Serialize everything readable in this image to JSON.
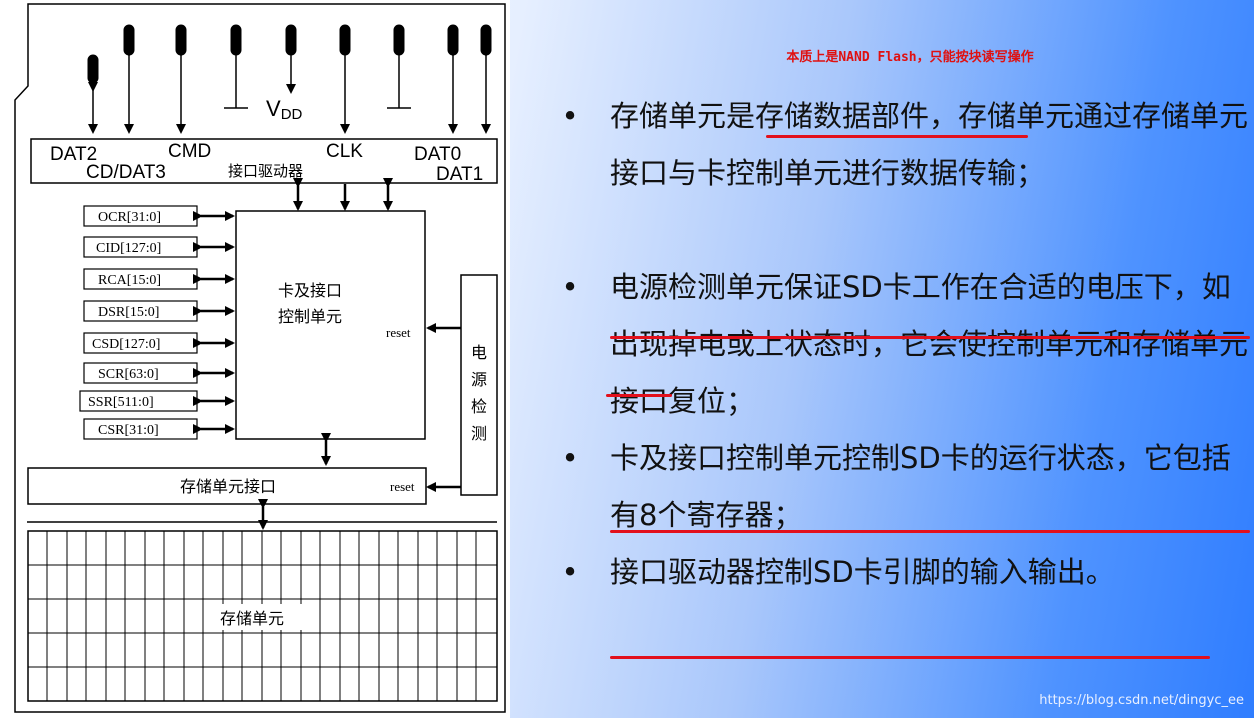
{
  "diagram": {
    "pin_labels": {
      "dat2": "DAT2",
      "cd_dat3": "CD/DAT3",
      "cmd": "CMD",
      "vdd": "V",
      "vdd_sub": "DD",
      "clk": "CLK",
      "dat0": "DAT0",
      "dat1": "DAT1"
    },
    "interface_driver": "接口驱动器",
    "control_unit_line1": "卡及接口",
    "control_unit_line2": "控制单元",
    "registers": [
      "OCR[31:0]",
      "CID[127:0]",
      "RCA[15:0]",
      "DSR[15:0]",
      "CSD[127:0]",
      "SCR[63:0]",
      "SSR[511:0]",
      "CSR[31:0]"
    ],
    "reset": "reset",
    "power_detect_chars": [
      "电",
      "源",
      "检",
      "测"
    ],
    "storage_interface": "存储单元接口",
    "storage_unit": "存储单元"
  },
  "note": "本质上是NAND Flash，只能按块读写操作",
  "bullet_symbol": "•",
  "bullets": [
    "存储单元是存储数据部件，存储单元通过存储单元接口与卡控制单元进行数据传输；",
    "电源检测单元保证SD卡工作在合适的电压下，如出现掉电或上状态时，它会使控制单元和存储单元接口复位；",
    "卡及接口控制单元控制SD卡的运行状态，它包括有8个寄存器；",
    "接口驱动器控制SD卡引脚的输入输出。"
  ],
  "watermark": "https://blog.csdn.net/dingyc_ee",
  "colors": {
    "underline": "#e2101c",
    "note": "#e01010",
    "background_end": "#2f7dff"
  }
}
